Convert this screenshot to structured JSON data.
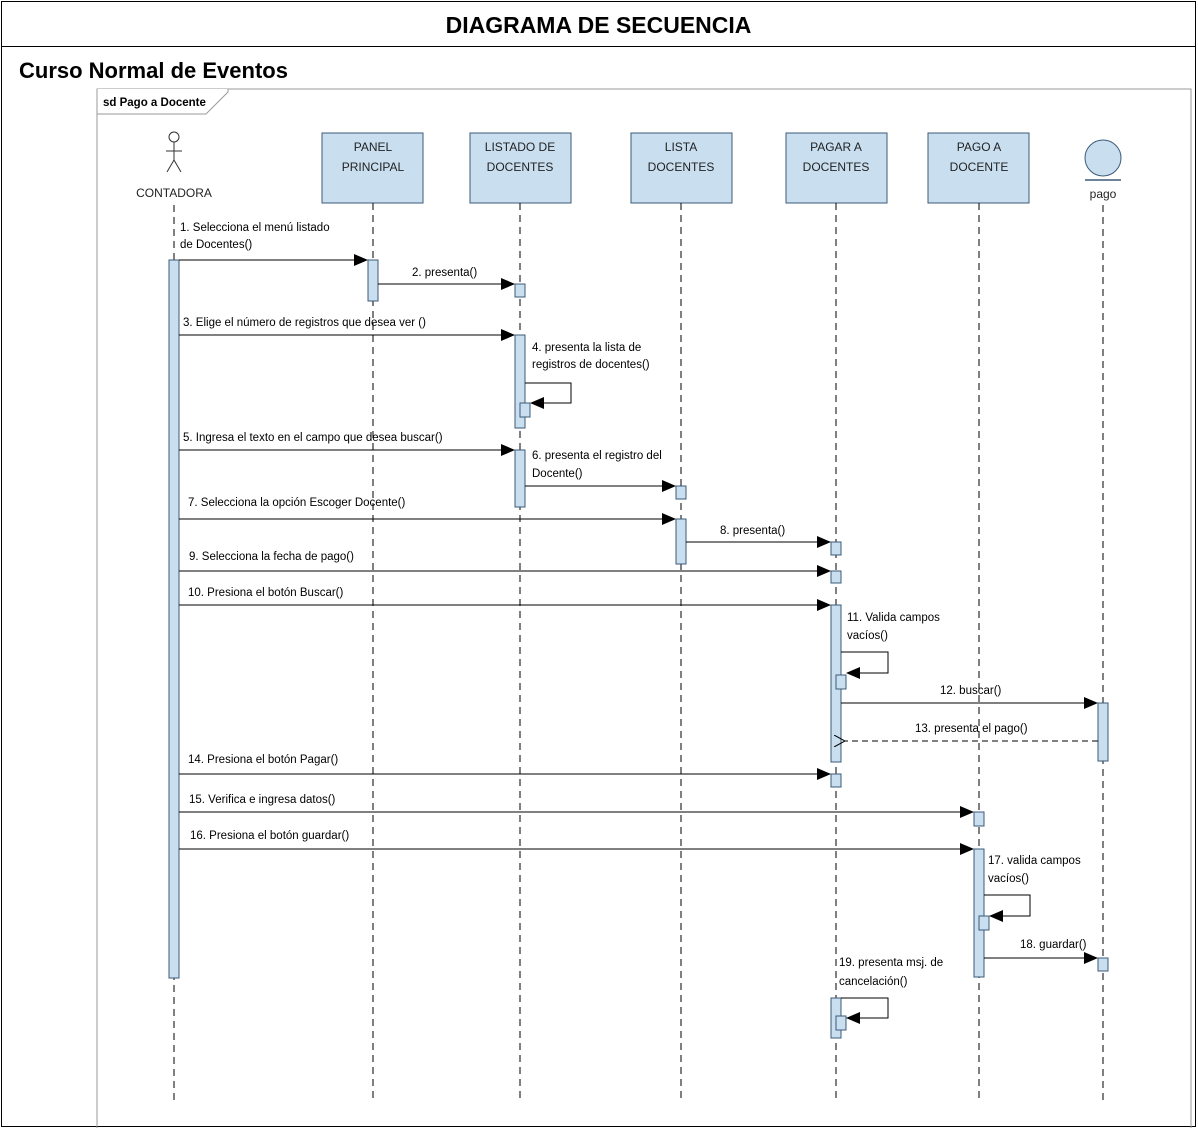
{
  "header": {
    "title": "DIAGRAMA DE SECUENCIA",
    "subtitle": "Curso Normal de Eventos"
  },
  "diagram": {
    "frame_label": "sd Pago a Docente",
    "actor": {
      "name": "CONTADORA"
    },
    "lifelines": [
      {
        "id": "panel",
        "lines": [
          "PANEL",
          "PRINCIPAL"
        ]
      },
      {
        "id": "listado",
        "lines": [
          "LISTADO DE",
          "DOCENTES"
        ]
      },
      {
        "id": "lista",
        "lines": [
          "LISTA",
          "DOCENTES"
        ]
      },
      {
        "id": "pagar",
        "lines": [
          "PAGAR A",
          "DOCENTES"
        ]
      },
      {
        "id": "pago_doc",
        "lines": [
          "PAGO A",
          "DOCENTE"
        ]
      }
    ],
    "entity": {
      "name": "pago"
    },
    "messages": [
      {
        "id": "m1",
        "lines": [
          "1. Selecciona el menú listado",
          "de Docentes()"
        ]
      },
      {
        "id": "m2",
        "lines": [
          "2. presenta()"
        ]
      },
      {
        "id": "m3",
        "lines": [
          "3. Elige el número de registros que desea ver ()"
        ]
      },
      {
        "id": "m4",
        "lines": [
          "4. presenta la lista de",
          "registros de docentes()"
        ]
      },
      {
        "id": "m5",
        "lines": [
          "5. Ingresa el texto en el campo que desea buscar()"
        ]
      },
      {
        "id": "m6",
        "lines": [
          "6. presenta el registro del",
          "Docente()"
        ]
      },
      {
        "id": "m7",
        "lines": [
          "7. Selecciona la opción Escoger Docente()"
        ]
      },
      {
        "id": "m8",
        "lines": [
          "8. presenta()"
        ]
      },
      {
        "id": "m9",
        "lines": [
          "9. Selecciona la fecha de pago()"
        ]
      },
      {
        "id": "m10",
        "lines": [
          "10. Presiona el botón Buscar()"
        ]
      },
      {
        "id": "m11",
        "lines": [
          "11. Valida campos",
          "vacíos()"
        ]
      },
      {
        "id": "m12",
        "lines": [
          "12. buscar()"
        ]
      },
      {
        "id": "m13",
        "lines": [
          "13. presenta el pago()"
        ]
      },
      {
        "id": "m14",
        "lines": [
          "14. Presiona el botón Pagar()"
        ]
      },
      {
        "id": "m15",
        "lines": [
          "15. Verifica e ingresa datos()"
        ]
      },
      {
        "id": "m16",
        "lines": [
          "16. Presiona el botón guardar()"
        ]
      },
      {
        "id": "m17",
        "lines": [
          "17. valida campos",
          "vacíos()"
        ]
      },
      {
        "id": "m18",
        "lines": [
          "18. guardar()"
        ]
      },
      {
        "id": "m19",
        "lines": [
          "19. presenta msj. de",
          "cancelación()"
        ]
      }
    ],
    "colors": {
      "lifeline_fill": "#c9dff0",
      "lifeline_stroke": "#3c5a78",
      "activation_fill": "#c9dff0",
      "line": "#000000"
    }
  }
}
